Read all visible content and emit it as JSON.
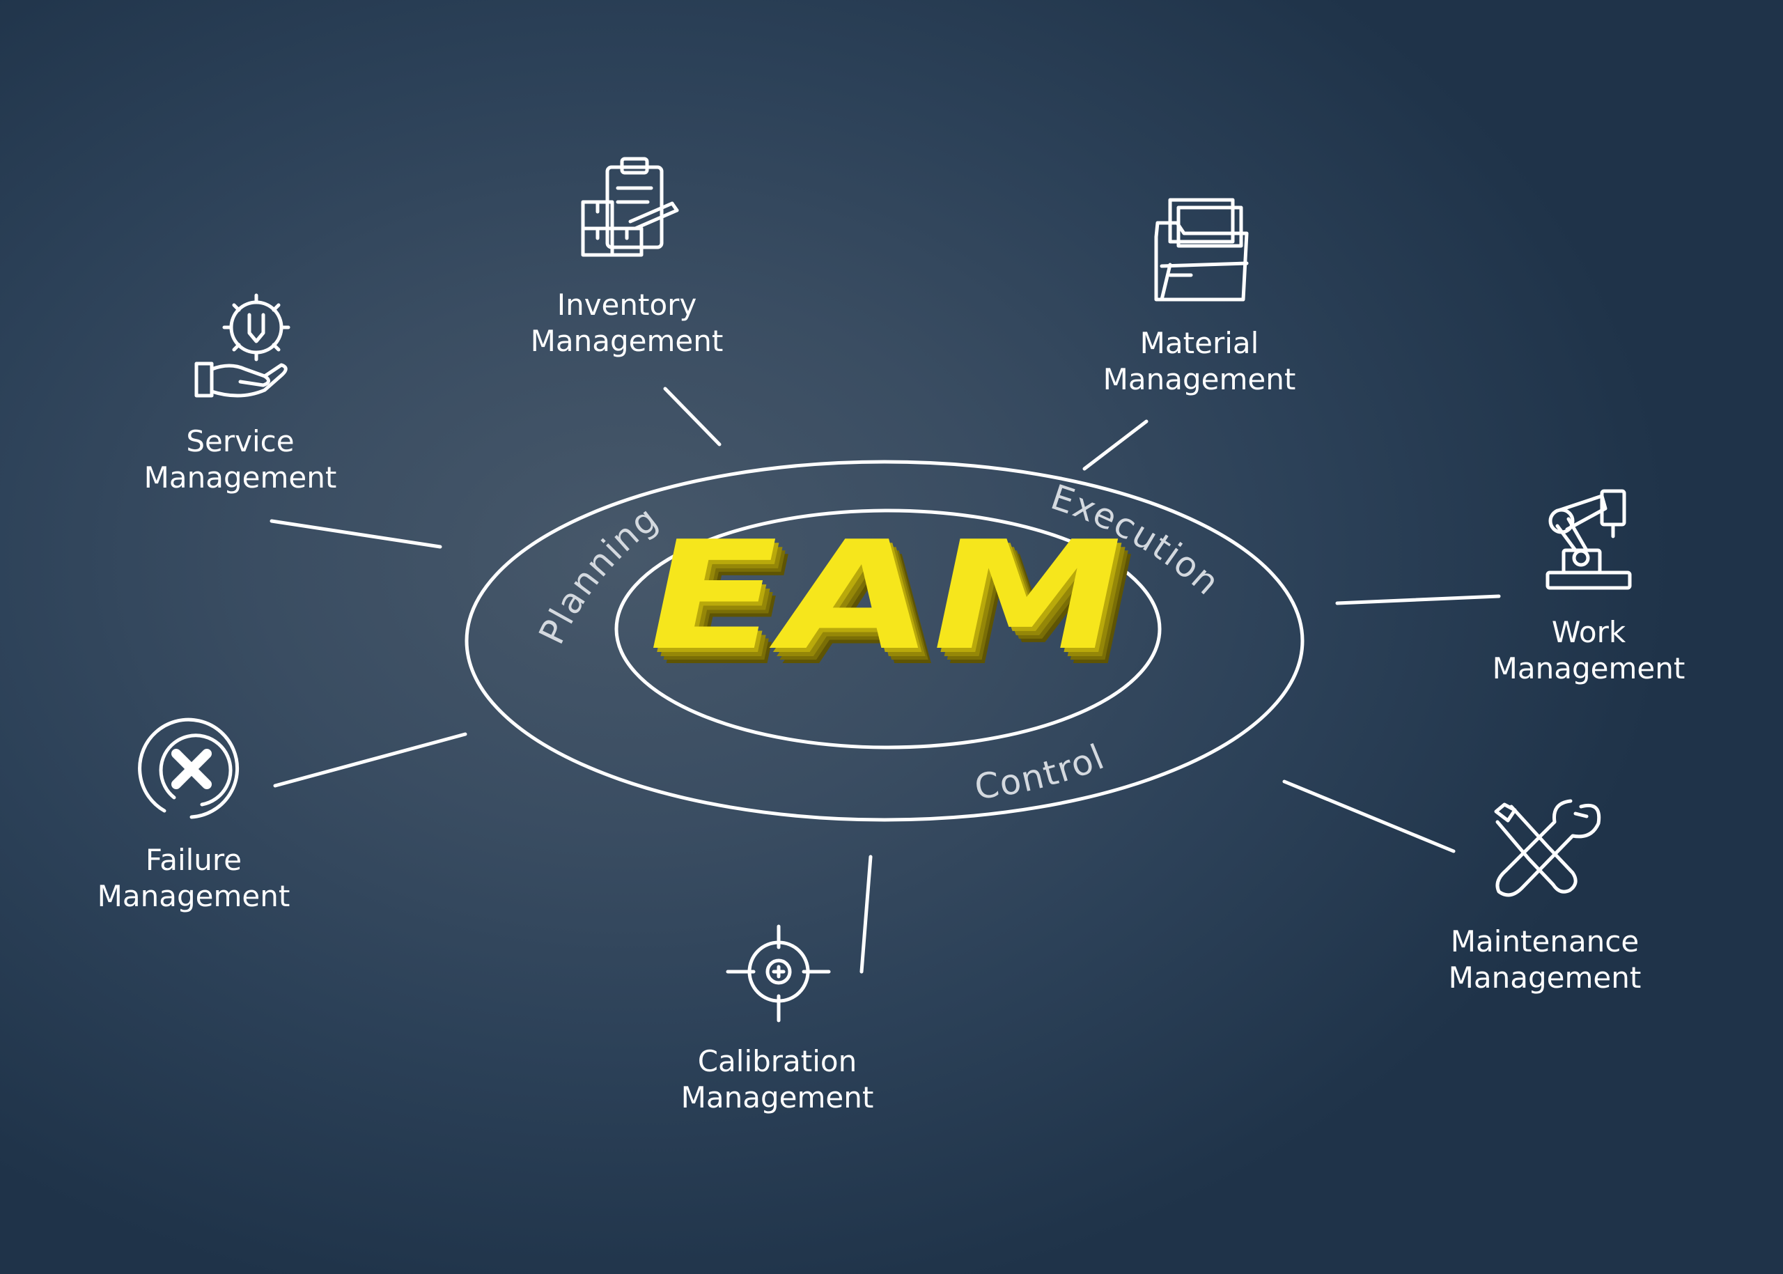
{
  "center": {
    "title": "EAM",
    "title_color": "#f6e61c",
    "ring_words": [
      "Planning",
      "Execution",
      "Control"
    ]
  },
  "modules": [
    {
      "line1": "Inventory",
      "line2": "Management",
      "icon": "inventory-clipboard-boxes-icon"
    },
    {
      "line1": "Material",
      "line2": "Management",
      "icon": "folder-documents-icon"
    },
    {
      "line1": "Service",
      "line2": "Management",
      "icon": "gear-wrench-hand-icon"
    },
    {
      "line1": "Work",
      "line2": "Management",
      "icon": "robot-arm-icon"
    },
    {
      "line1": "Failure",
      "line2": "Management",
      "icon": "x-circle-icon"
    },
    {
      "line1": "Maintenance",
      "line2": "Management",
      "icon": "wrench-screwdriver-icon"
    },
    {
      "line1": "Calibration",
      "line2": "Management",
      "icon": "crosshair-target-icon"
    }
  ],
  "colors": {
    "background": "#2c4158",
    "line": "#ffffff",
    "accent": "#f6e61c"
  }
}
